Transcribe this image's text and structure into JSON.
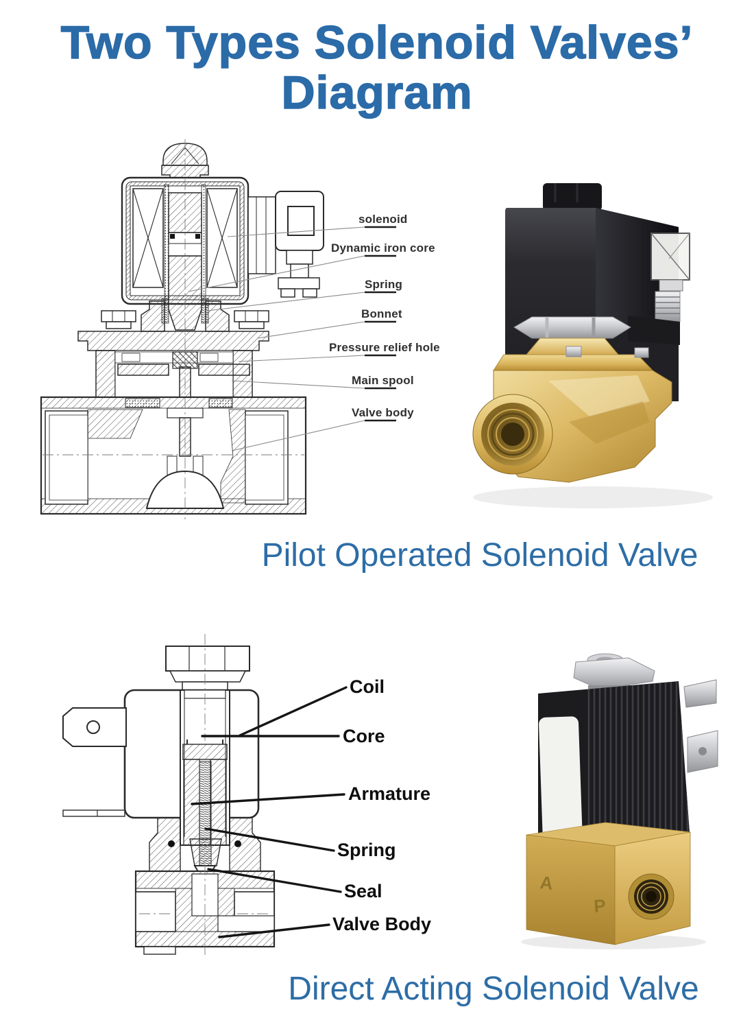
{
  "title": {
    "line1": "Two Types Solenoid Valves’",
    "line2": "Diagram"
  },
  "colors": {
    "title_blue": "#2b6ba8",
    "caption_blue": "#2d6da6",
    "brass": "#d8b765",
    "coil_black": "#1c1c1f"
  },
  "pilot_section": {
    "caption": "Pilot Operated Solenoid Valve",
    "diagram": {
      "labels": {
        "solenoid": "solenoid",
        "dynamic_iron_core": "Dynamic iron core",
        "spring": "Spring",
        "bonnet": "Bonnet",
        "pressure_relief_hole": "Pressure relief hole",
        "main_spool": "Main spool",
        "valve_body": "Valve body"
      }
    }
  },
  "direct_section": {
    "caption": "Direct Acting Solenoid Valve",
    "diagram": {
      "labels": {
        "coil": "Coil",
        "core": "Core",
        "armature": "Armature",
        "spring": "Spring",
        "seal": "Seal",
        "valve_body": "Valve Body"
      }
    },
    "photo": {
      "port_marking_a": "A",
      "port_marking_p": "P"
    }
  }
}
